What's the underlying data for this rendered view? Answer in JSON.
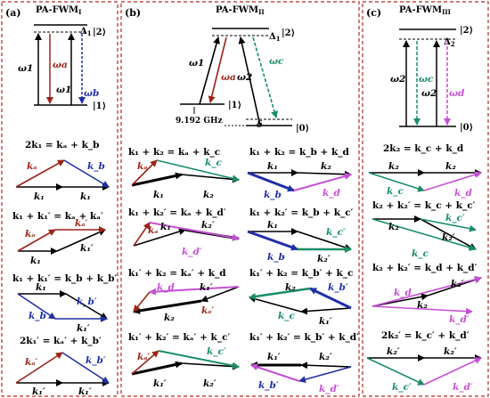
{
  "colors": {
    "black": "#000000",
    "red": "#9b2418",
    "blue": "#1f2fa5",
    "green": "#1a8f62",
    "magenta": "#c54fd5",
    "frame": "#b02a1e"
  },
  "panels": {
    "a": {
      "tag": "(a)",
      "title": "PA-FWM",
      "title_sub": "I",
      "levels": [
        "|2⟩",
        "|1⟩"
      ],
      "detuning": "Δ",
      "detuning_sub": "1",
      "beams": [
        "ω1",
        "ωa",
        "ω1",
        "ωb"
      ],
      "equations": [
        "2k₁ = kₐ + k_b",
        "k₁ + k₁′ = kₐ + kₐ′",
        "k₁ + k₁′ = k_b + k_b′",
        "2k₁′ = kₐ′ + k_b′"
      ]
    },
    "b": {
      "tag": "(b)",
      "title": "PA-FWM",
      "title_sub": "II",
      "levels": [
        "|2⟩",
        "|1⟩",
        "|0⟩"
      ],
      "detuning": "Δ",
      "detuning_sub": "1",
      "delta": "δ",
      "splitting": "9.192 GHz",
      "beams": [
        "ω1",
        "ωa",
        "ω2",
        "ωc"
      ],
      "equations": [
        "k₁ + k₂ = kₐ + k_c",
        "k₁ + k₂ = k_b + k_d",
        "k₁ + k₂′ = kₐ + k_d′",
        "k₁ + k₂′ = k_b + k_c′",
        "k₁′ + k₂ = kₐ′ + k_d",
        "k₁′ + k₂ = k_b′ + k_c",
        "k₁′ + k₂′ = kₐ′ + k_c′",
        "k₁′ + k₂′ = k_b′ + k_d′"
      ]
    },
    "c": {
      "tag": "(c)",
      "title": "PA-FWM",
      "title_sub": "III",
      "levels": [
        "|2⟩",
        "|0⟩"
      ],
      "detuning": "Δ",
      "detuning_sub": "2",
      "beams": [
        "ω2",
        "ωc",
        "ω2",
        "ωd"
      ],
      "equations": [
        "2k₂ = k_c + k_d",
        "k₂ + k₂′ = k_c + k_c′",
        "k₂ + k₂′ = k_d + k_d′",
        "2k₂′ = k_c′ + k_d′"
      ]
    }
  },
  "vectors": {
    "k1": "k₁",
    "k1p": "k₁′",
    "k2": "k₂",
    "k2p": "k₂′",
    "ka": "kₐ",
    "kap": "kₐ′",
    "kb": "k_b",
    "kbp": "k_b′",
    "kc": "k_c",
    "kcp": "k_c′",
    "kd": "k_d",
    "kdp": "k_d′"
  }
}
